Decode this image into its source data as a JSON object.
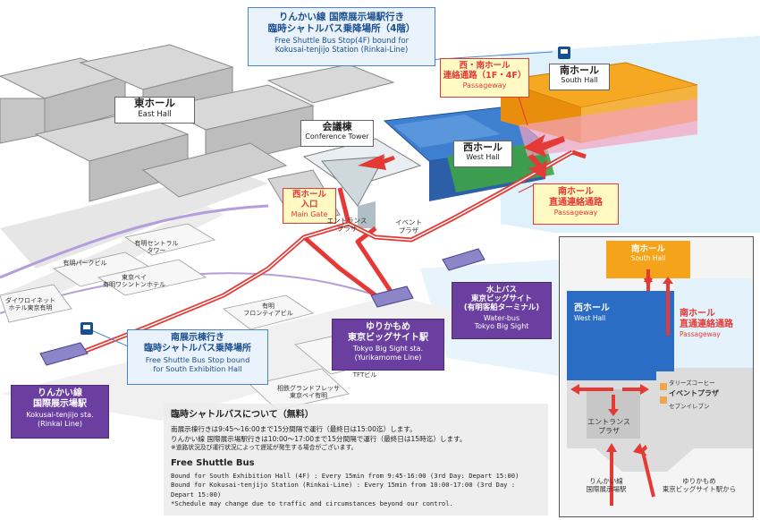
{
  "map": {
    "east_hall": {
      "jp": "東ホール",
      "en": "East Hall"
    },
    "conference": {
      "jp": "会議棟",
      "en": "Conference Tower"
    },
    "west_hall": {
      "jp": "西ホール",
      "en": "West Hall"
    },
    "south_hall": {
      "jp": "南ホール",
      "en": "South Hall"
    },
    "west_south_passage": {
      "jp": "西・南ホール\n連絡通路（1F・4F）",
      "en": "Passageway"
    },
    "south_direct_passage": {
      "jp": "南ホール\n直通連絡通路",
      "en": "Passageway"
    },
    "west_main_gate": {
      "jp": "西ホール\n入口",
      "en": "Main Gate"
    },
    "entrance_plaza": "エントランス\nプラザ",
    "event_plaza": "イベント\nプラザ",
    "water_bus": {
      "jp": "水上バス\n東京ビッグサイト\n(有明客船ターミナル)",
      "en": "Water-bus\nTokyo Big Sight"
    },
    "yurikamome": {
      "jp": "ゆりかもめ\n東京ビッグサイト駅",
      "en": "Tokyo Big Sight sta.\n(Yurikamome Line)"
    },
    "rinkai": {
      "jp": "りんかい線\n国際展示場駅",
      "en": "Kokusai-tenjijo sta.\n(Rinkai Line)"
    },
    "shuttle_top": {
      "jp": "りんかい線 国際展示場駅行き\n臨時シャトルバス乗降場所（4階）",
      "en": "Free Shuttle Bus Stop(4F) bound for\nKokusai-tenjijo Station (Rinkai-Line)"
    },
    "shuttle_south": {
      "jp": "南展示棟行き\n臨時シャトルバス乗降場所",
      "en": "Free Shuttle Bus Stop bound\nfor South Exhibition Hall"
    },
    "buildings": {
      "ariake_central": "有明セントラル\nタワー",
      "ariake_park": "有明パークビル",
      "ariake_washington": "東京ベイ\n有明ワシントンホテル",
      "daiwa_roynet": "ダイワロイネット\nホテル東京有明",
      "ariake_frontier": "有明\nフロンティアビル",
      "tft": "TFTビル",
      "sotetsu": "相鉄グランドフレッサ\n東京ベイ有明"
    }
  },
  "info": {
    "title_jp": "臨時シャトルバスについて（無料）",
    "line1_jp": "南展示棟行きは9:45～16:00まで15分間隔で運行（最終日は15:00迄）します。",
    "line2_jp": "りんかい線 国際展示場駅行きは10:00～17:00まで15分間隔で運行（最終日は15時迄）します。",
    "note_jp": "※道路状況及び運行状況によって遅延が発生する場合がございます。",
    "title_en": "Free Shuttle Bus",
    "line1_en": "Bound for South Exhibition Hall (4F) : Every 15min from 9:45-16:00 (3rd Day: Depart 15:00)",
    "line2_en": "Bound for Kokusai-tenjijo Station (Rinkai-Line) : Every 15min from 10:00-17:00 (3rd Day : Depart 15:00)",
    "note_en": "*Schedule may change due to traffic and circumstances beyond our control."
  },
  "inset": {
    "south_hall": {
      "jp": "南ホール",
      "en": "South Hall"
    },
    "west_hall": {
      "jp": "西ホール",
      "en": "West Hall"
    },
    "passage": {
      "jp": "南ホール\n直通連絡通路",
      "en": "Passageway"
    },
    "tullys": "タリーズコーヒー",
    "event_plaza": "イベントプラザ",
    "seven_eleven": "セブンイレブン",
    "entrance_plaza": "エントランス\nプラザ",
    "rinkai": "りんかい線\n国際展示場駅",
    "yurikamome": "ゆりかもめ\n東京ビッグサイト駅から"
  },
  "colors": {
    "route": "#e53935",
    "west_hall": "#2f6fbf",
    "south_hall": "#f39c12",
    "station": "#6b3fa0",
    "inset_west": "#2b6cc4",
    "inset_south": "#f5a31a"
  }
}
